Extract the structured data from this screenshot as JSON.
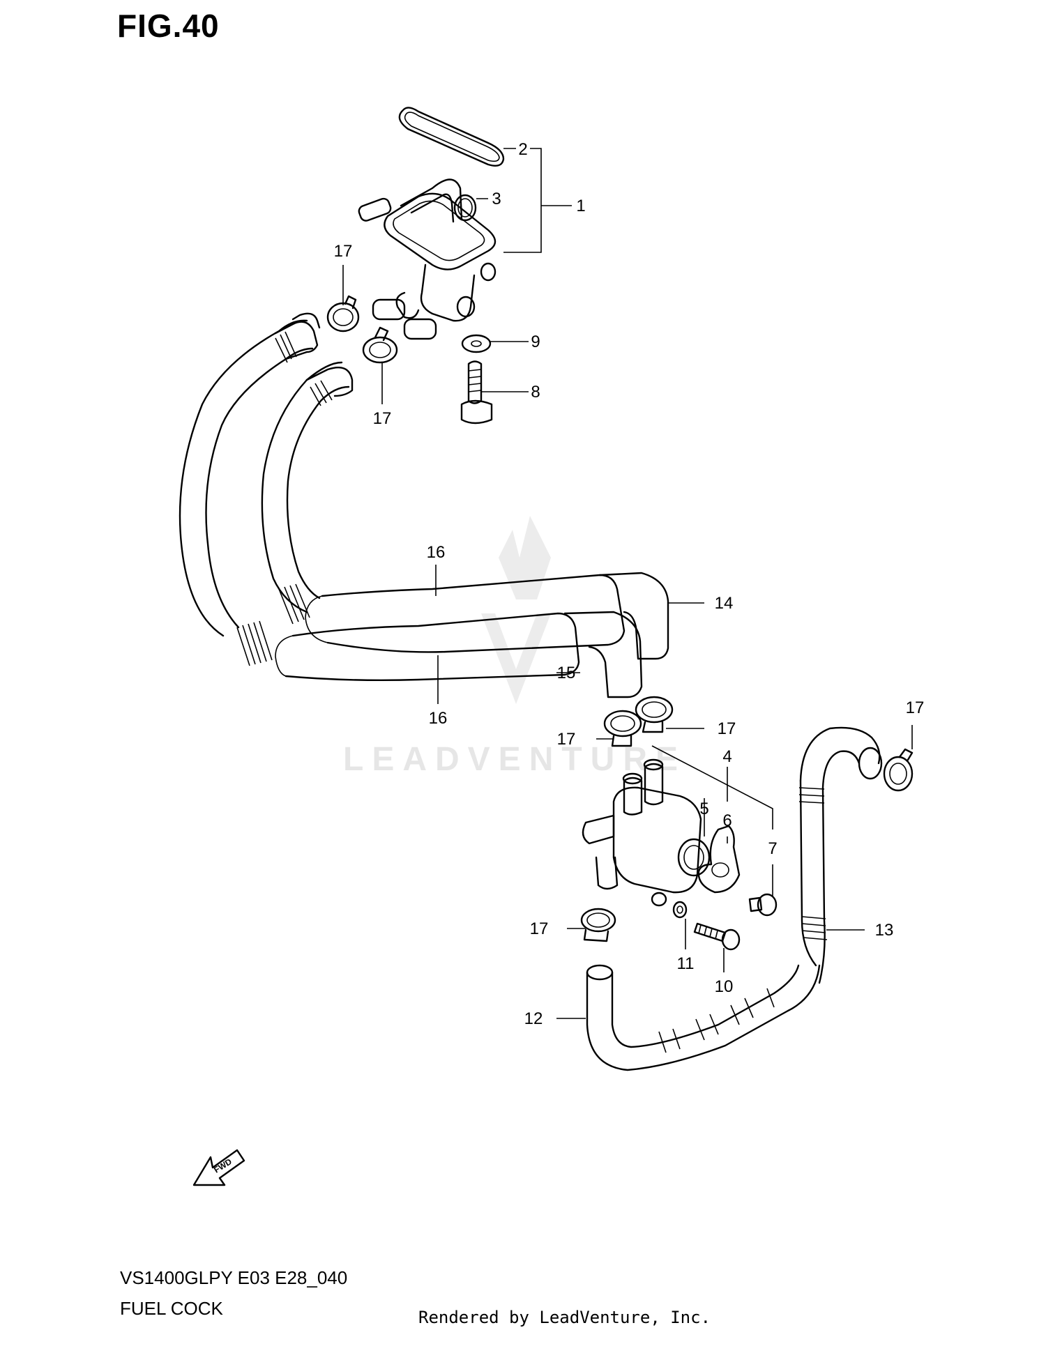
{
  "figure": {
    "title": "FIG.40"
  },
  "callouts": [
    {
      "id": "c2",
      "label": "2"
    },
    {
      "id": "c3",
      "label": "3"
    },
    {
      "id": "c1",
      "label": "1"
    },
    {
      "id": "c17a",
      "label": "17"
    },
    {
      "id": "c9",
      "label": "9"
    },
    {
      "id": "c8",
      "label": "8"
    },
    {
      "id": "c17b",
      "label": "17"
    },
    {
      "id": "c16a",
      "label": "16"
    },
    {
      "id": "c14",
      "label": "14"
    },
    {
      "id": "c15",
      "label": "15"
    },
    {
      "id": "c16b",
      "label": "16"
    },
    {
      "id": "c17c",
      "label": "17"
    },
    {
      "id": "c17d",
      "label": "17"
    },
    {
      "id": "c17e",
      "label": "17"
    },
    {
      "id": "c4",
      "label": "4"
    },
    {
      "id": "c5",
      "label": "5"
    },
    {
      "id": "c6",
      "label": "6"
    },
    {
      "id": "c7",
      "label": "7"
    },
    {
      "id": "c13",
      "label": "13"
    },
    {
      "id": "c17f",
      "label": "17"
    },
    {
      "id": "c11",
      "label": "11"
    },
    {
      "id": "c10",
      "label": "10"
    },
    {
      "id": "c12",
      "label": "12"
    }
  ],
  "watermark": {
    "text": "LEADVENTURE"
  },
  "fwd_arrow": {
    "label": "FWD"
  },
  "footer": {
    "model": "VS1400GLPY E03 E28_040",
    "name": "FUEL COCK",
    "rendered_by": "Rendered by LeadVenture, Inc."
  }
}
